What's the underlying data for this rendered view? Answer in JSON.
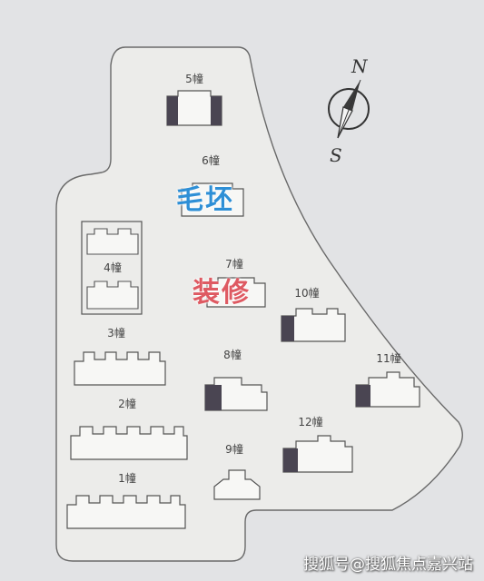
{
  "buildings": [
    {
      "id": "5",
      "label": "5幢"
    },
    {
      "id": "6",
      "label": "6幢"
    },
    {
      "id": "4",
      "label": "4幢"
    },
    {
      "id": "7",
      "label": "7幢"
    },
    {
      "id": "10",
      "label": "10幢"
    },
    {
      "id": "3",
      "label": "3幢"
    },
    {
      "id": "8",
      "label": "8幢"
    },
    {
      "id": "11",
      "label": "11幢"
    },
    {
      "id": "2",
      "label": "2幢"
    },
    {
      "id": "12",
      "label": "12幢"
    },
    {
      "id": "9",
      "label": "9幢"
    },
    {
      "id": "1",
      "label": "1幢"
    }
  ],
  "overlays": {
    "bare": "毛坯",
    "decorated": "装修"
  },
  "compass": {
    "north": "N",
    "south": "S"
  },
  "watermark": "搜狐号@搜狐焦点嘉兴站",
  "colors": {
    "background": "#e2e3e5",
    "site": "#ececea",
    "outline": "#5a5a5a",
    "unit_dark": "#4a4552",
    "bare_text": "#2e8fd6",
    "decorated_text": "#de5a62"
  }
}
